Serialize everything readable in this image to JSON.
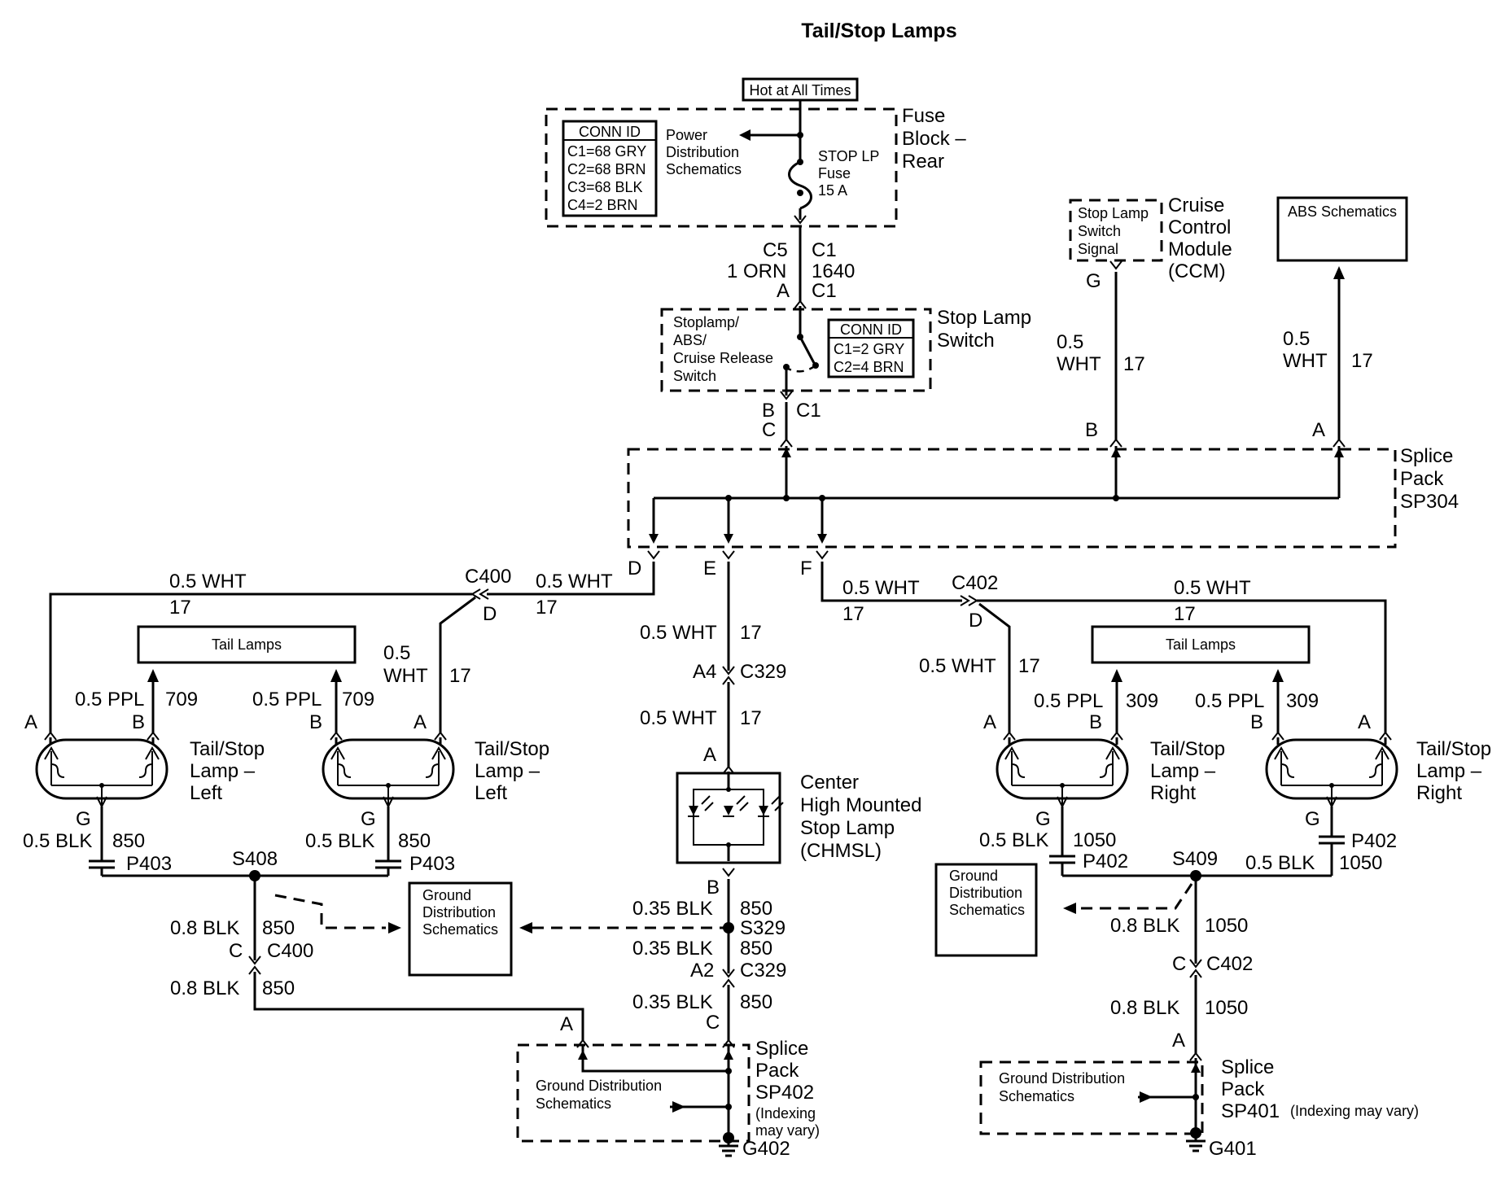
{
  "title": "Tail/Stop Lamps",
  "fuse_block": {
    "hot_label": "Hot at All Times",
    "name_lines": [
      "Fuse",
      "Block –",
      "Rear"
    ],
    "conn_id_header": "CONN ID",
    "conn_ids": [
      "C1=68 GRY",
      "C2=68 BRN",
      "C3=68 BLK",
      "C4=2 BRN"
    ],
    "power_dist_lines": [
      "Power",
      "Distribution",
      "Schematics"
    ],
    "fuse_lines": [
      "STOP LP",
      "Fuse",
      "15 A"
    ]
  },
  "fuse_to_switch": {
    "left_connector": "C5",
    "right_connector": "C1",
    "wire": "1 ORN",
    "circuit": "1640",
    "pin": "A",
    "switch_connector": "C1"
  },
  "stop_lamp_switch": {
    "name_lines": [
      "Stop Lamp",
      "Switch"
    ],
    "inner_lines": [
      "Stoplamp/",
      "ABS/",
      "Cruise Release",
      "Switch"
    ],
    "conn_id_header": "CONN ID",
    "conn_ids": [
      "C1=2 GRY",
      "C2=4 BRN"
    ],
    "out_pin": "B",
    "out_connector": "C1",
    "splice_pin": "C"
  },
  "ccm": {
    "inner_lines": [
      "Stop Lamp",
      "Switch",
      "Signal"
    ],
    "name_lines": [
      "Cruise",
      "Control",
      "Module",
      "(CCM)"
    ],
    "pin": "G",
    "wire_lines": [
      "0.5",
      "WHT"
    ],
    "circuit": "17",
    "splice_pin": "B"
  },
  "abs": {
    "label": "ABS Schematics",
    "wire_lines": [
      "0.5",
      "WHT"
    ],
    "circuit": "17",
    "splice_pin": "A"
  },
  "splice_pack_sp304": {
    "name_lines": [
      "Splice",
      "Pack",
      "SP304"
    ],
    "pins": [
      "D",
      "E",
      "F"
    ]
  },
  "left_side": {
    "c400_label": "C400",
    "c400_pin": "D",
    "outer_wire": "0.5 WHT",
    "outer_circuit": "17",
    "inner_wire": "0.5 WHT",
    "inner_circuit": "17",
    "drop_wire_lines": [
      "0.5",
      "WHT"
    ],
    "drop_circuit": "17",
    "tail_lamps_label": "Tail Lamps",
    "lamps": [
      {
        "pin_a": "A",
        "pin_b": "B",
        "feed_wire": "0.5 PPL",
        "feed_circuit": "709",
        "name_lines": [
          "Tail/Stop",
          "Lamp –",
          "Left"
        ],
        "pin_g": "G",
        "gnd_wire": "0.5 BLK",
        "gnd_circuit": "850",
        "connector": "P403"
      },
      {
        "pin_a": "A",
        "pin_b": "B",
        "feed_wire": "0.5 PPL",
        "feed_circuit": "709",
        "name_lines": [
          "Tail/Stop",
          "Lamp –",
          "Left"
        ],
        "pin_g": "G",
        "gnd_wire": "0.5 BLK",
        "gnd_circuit": "850",
        "connector": "P403"
      }
    ],
    "splice_label": "S408",
    "ground_wire": "0.8 BLK",
    "ground_circuit": "850",
    "c400_ground_pin": "C",
    "c400_ground_connector": "C400",
    "ground_wire2": "0.8 BLK",
    "ground_circuit2": "850"
  },
  "center": {
    "wire1": "0.5 WHT",
    "circuit1": "17",
    "pin_a4": "A4",
    "connector_c329": "C329",
    "wire2": "0.5 WHT",
    "circuit2": "17",
    "pin_a": "A",
    "chmsl_lines": [
      "Center",
      "High Mounted",
      "Stop Lamp",
      "(CHMSL)"
    ],
    "pin_b": "B",
    "wire3": "0.35 BLK",
    "circuit3": "850",
    "splice_label": "S329",
    "wire4": "0.35 BLK",
    "circuit4": "850",
    "pin_a2": "A2",
    "connector_c329b": "C329",
    "wire5": "0.35 BLK",
    "circuit5": "850",
    "pin_c": "C"
  },
  "ground_dist_left": {
    "lines": [
      "Ground",
      "Distribution",
      "Schematics"
    ]
  },
  "splice_pack_sp402": {
    "pin_a": "A",
    "inner_lines": [
      "Ground Distribution",
      "Schematics"
    ],
    "name_lines": [
      "Splice",
      "Pack",
      "SP402"
    ],
    "note_lines": [
      "(Indexing",
      "may vary)"
    ],
    "ground": "G402"
  },
  "right_side": {
    "c402_label": "C402",
    "c402_pin": "D",
    "inner_wire": "0.5 WHT",
    "inner_circuit": "17",
    "outer_wire": "0.5 WHT",
    "outer_circuit": "17",
    "drop_wire": "0.5 WHT",
    "drop_circuit": "17",
    "tail_lamps_label": "Tail Lamps",
    "lamps": [
      {
        "pin_a": "A",
        "pin_b": "B",
        "feed_wire": "0.5 PPL",
        "feed_circuit": "309",
        "name_lines": [
          "Tail/Stop",
          "Lamp –",
          "Right"
        ],
        "pin_g": "G",
        "gnd_wire": "0.5 BLK",
        "gnd_circuit": "1050",
        "connector": "P402"
      },
      {
        "pin_a": "A",
        "pin_b": "B",
        "feed_wire": "0.5 PPL",
        "feed_circuit": "309",
        "name_lines": [
          "Tail/Stop",
          "Lamp –",
          "Right"
        ],
        "pin_g": "G",
        "gnd_wire": "0.5 BLK",
        "gnd_circuit": "1050",
        "connector": "P402"
      }
    ],
    "splice_label": "S409",
    "ground_dist_lines": [
      "Ground",
      "Distribution",
      "Schematics"
    ],
    "wire1": "0.8 BLK",
    "circuit1": "1050",
    "c402_ground_pin": "C",
    "c402_ground_connector": "C402",
    "wire2": "0.8 BLK",
    "circuit2": "1050",
    "pin_a": "A"
  },
  "splice_pack_sp401": {
    "inner_lines": [
      "Ground Distribution",
      "Schematics"
    ],
    "name_lines": [
      "Splice",
      "Pack"
    ],
    "name_last": "SP401",
    "note": "(Indexing may vary)",
    "ground": "G401"
  }
}
